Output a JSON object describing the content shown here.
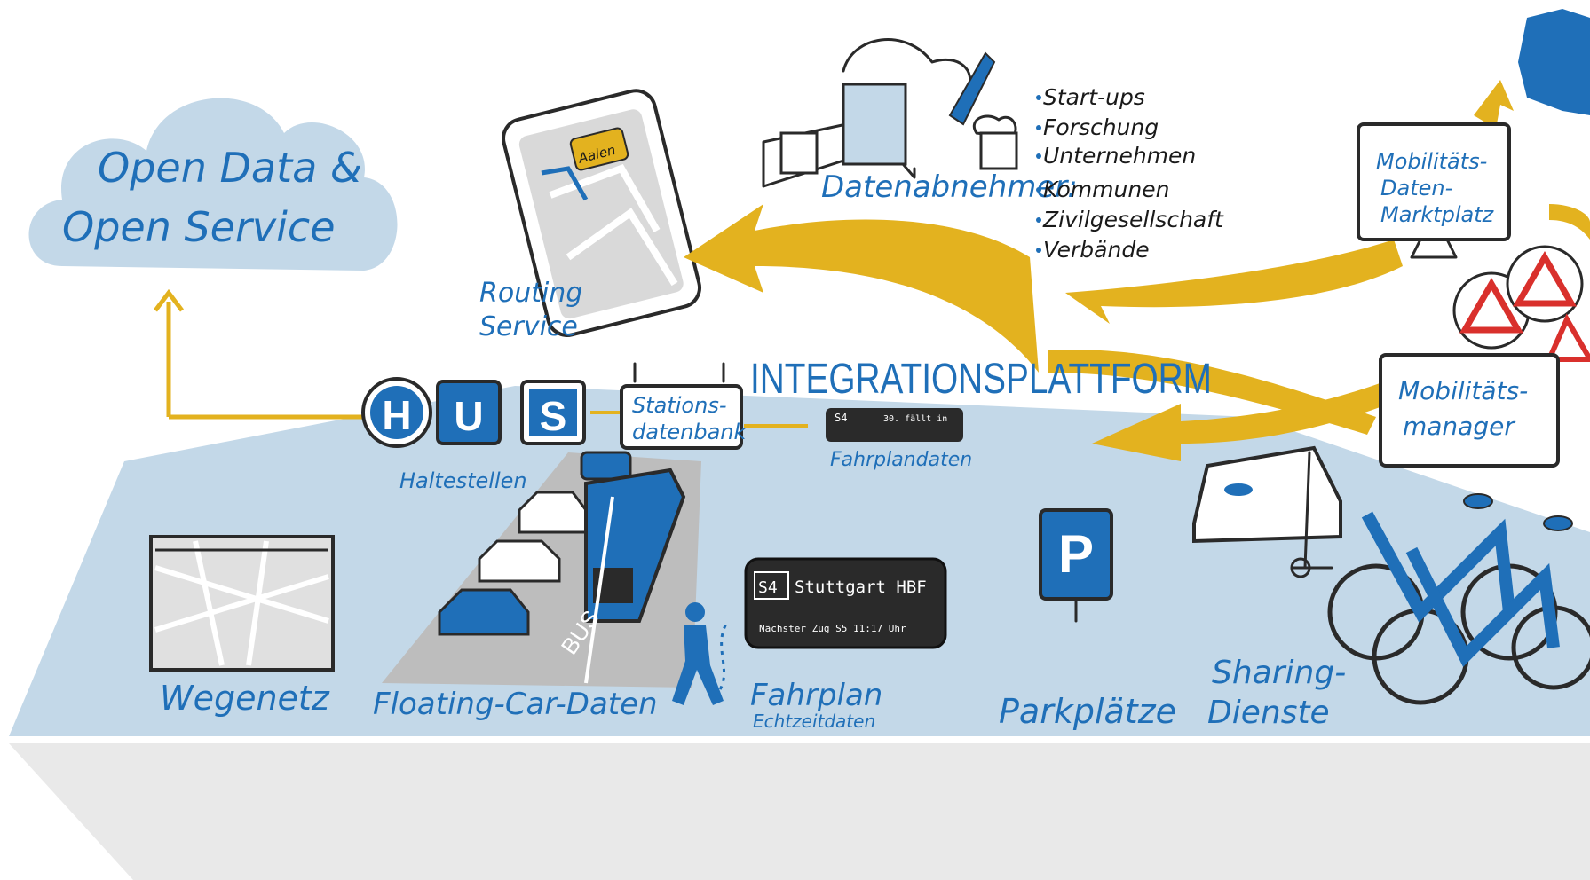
{
  "cloud": {
    "line1": "Open Data &",
    "line2": "Open Service"
  },
  "routing": {
    "line1": "Routing",
    "line2": "Service",
    "phone_pin": "Aalen"
  },
  "datenabnehmer": {
    "label": "Datenabnehmer:",
    "items": [
      "Start-ups",
      "Forschung",
      "Unternehmen",
      "Kommunen",
      "Zivilgesellschaft",
      "Verbände"
    ]
  },
  "marktplatz": {
    "line1": "Mobilitäts-",
    "line2": "Daten-",
    "line3": "Marktplatz"
  },
  "manager": {
    "line1": "Mobilitäts-",
    "line2": "manager"
  },
  "platform": {
    "title": "INTEGRATIONSPLATTFORM"
  },
  "haltestellen": {
    "letters": [
      "H",
      "U",
      "S"
    ],
    "label": "Haltestellen"
  },
  "stationsdatenbank": {
    "line1": "Stations-",
    "line2": "datenbank"
  },
  "fahrplandaten": {
    "label": "Fahrplandaten",
    "sign_line": "S4",
    "sign_note": "30. fällt in"
  },
  "wegenetz": {
    "label": "Wegenetz"
  },
  "floating": {
    "label": "Floating-Car-Daten",
    "lane_text": "BUS"
  },
  "fahrplan": {
    "label": "Fahrplan",
    "sublabel": "Echtzeitdaten",
    "sign_line": "S4",
    "sign_dest": "Stuttgart HBF",
    "sign_next": "Nächster Zug S5 11:17 Uhr"
  },
  "parkplaetze": {
    "label": "Parkplätze",
    "sign": "P"
  },
  "sharing": {
    "line1": "Sharing-",
    "line2": "Dienste"
  },
  "colors": {
    "blue": "#1f6fb8",
    "lightblue": "#c3d8e8",
    "yellow": "#e3b21f",
    "grey": "#e9e9e9"
  }
}
